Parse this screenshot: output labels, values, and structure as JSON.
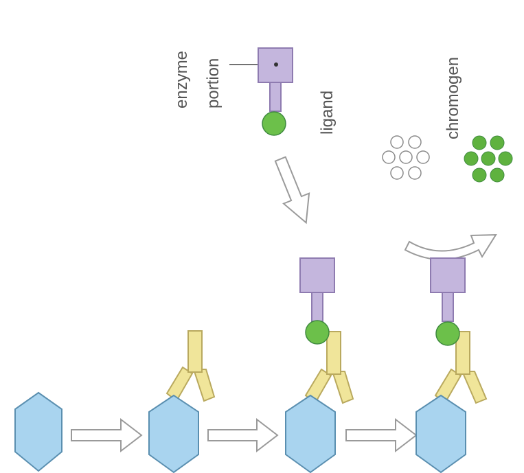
{
  "labels": {
    "enzyme_portion_line1": "enzyme",
    "enzyme_portion_line2": "portion",
    "ligand": "ligand",
    "chromogen": "chromogen"
  },
  "colors": {
    "antigen_fill": "#a9d4ef",
    "antibody_fill": "#f0e59a",
    "enzyme_fill": "#c4b6dd",
    "ligand_fill": "#6cc04a",
    "chromogen_colored": "#5fb23f"
  }
}
